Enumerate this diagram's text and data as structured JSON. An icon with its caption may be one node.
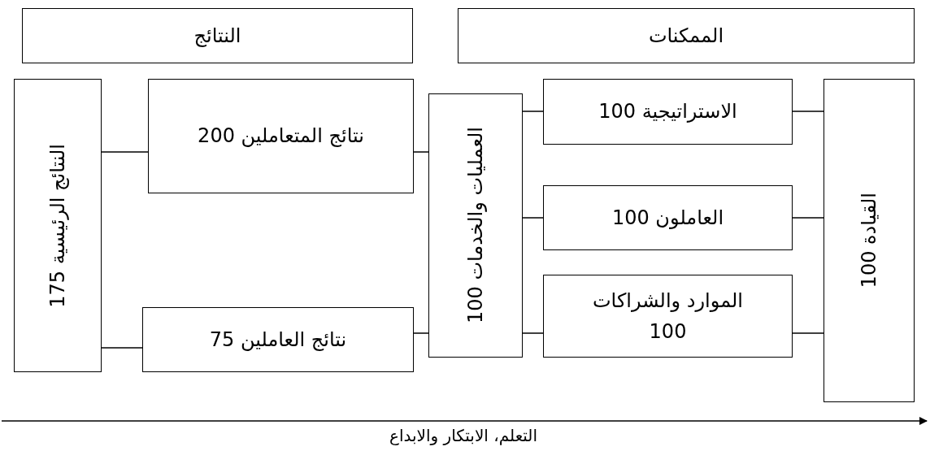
{
  "diagram": {
    "nodes": [
      {
        "text": [
          "النتائج"
        ]
      },
      {
        "text": [
          "الممكنات"
        ]
      },
      {
        "text": [
          "القيادة 100"
        ]
      },
      {
        "text": [
          "الاستراتيجية 100"
        ]
      },
      {
        "text": [
          "العاملون 100"
        ]
      },
      {
        "text": [
          "الموارد والشراكات 100"
        ]
      },
      {
        "text": [
          "العمليات والخدمات 100"
        ]
      },
      {
        "text": [
          "نتائج المتعاملين 200"
        ]
      },
      {
        "text": [
          "نتائج العاملين 75"
        ]
      },
      {
        "text": [
          "النتائج الرئيسية 175"
        ]
      }
    ],
    "edges": [
      {
        "from": 2,
        "to": 3,
        "arrow": "none"
      },
      {
        "from": 2,
        "to": 4,
        "arrow": "none"
      },
      {
        "from": 2,
        "to": 5,
        "arrow": "none"
      },
      {
        "from": 3,
        "to": 6,
        "arrow": "none"
      },
      {
        "from": 4,
        "to": 6,
        "arrow": "none"
      },
      {
        "from": 5,
        "to": 6,
        "arrow": "none"
      },
      {
        "from": 6,
        "to": 7,
        "arrow": "none"
      },
      {
        "from": 6,
        "to": 8,
        "arrow": "none"
      },
      {
        "from": 7,
        "to": 9,
        "arrow": "none"
      },
      {
        "from": 8,
        "to": 9,
        "arrow": "none"
      }
    ],
    "labels": [
      "التعلم، الابتكار والابداع"
    ]
  }
}
